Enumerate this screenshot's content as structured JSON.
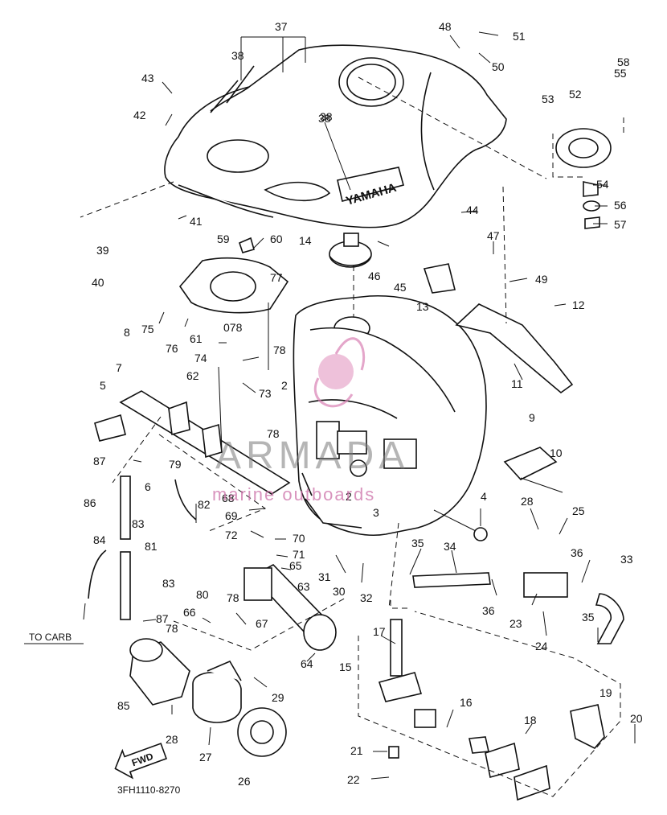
{
  "diagram": {
    "brand_on_tank": "YAMAHA",
    "to_carb_label": "TO CARB",
    "fwd_label": "FWD",
    "part_code": "3FH1110-8270",
    "callouts": [
      "37",
      "38",
      "38",
      "38",
      "43",
      "42",
      "48",
      "51",
      "50",
      "53",
      "52",
      "55",
      "58",
      "54",
      "56",
      "57",
      "41",
      "39",
      "40",
      "59",
      "60",
      "14",
      "46",
      "45",
      "44",
      "47",
      "13",
      "49",
      "12",
      "11",
      "75",
      "76",
      "8",
      "61",
      "078",
      "77",
      "78",
      "74",
      "62",
      "73",
      "2",
      "78",
      "7",
      "5",
      "87",
      "6",
      "79",
      "82",
      "86",
      "83",
      "84",
      "81",
      "83",
      "68",
      "69",
      "72",
      "70",
      "71",
      "65",
      "63",
      "80",
      "78",
      "78",
      "66",
      "67",
      "87",
      "64",
      "31",
      "30",
      "32",
      "2",
      "3",
      "4",
      "9",
      "10",
      "28",
      "25",
      "35",
      "34",
      "36",
      "36",
      "33",
      "23",
      "24",
      "35",
      "17",
      "15",
      "16",
      "19",
      "18",
      "20",
      "21",
      "22",
      "85",
      "28",
      "27",
      "26",
      "29"
    ]
  },
  "watermark": {
    "main": "ARMADA",
    "sub": "marine outboards"
  }
}
